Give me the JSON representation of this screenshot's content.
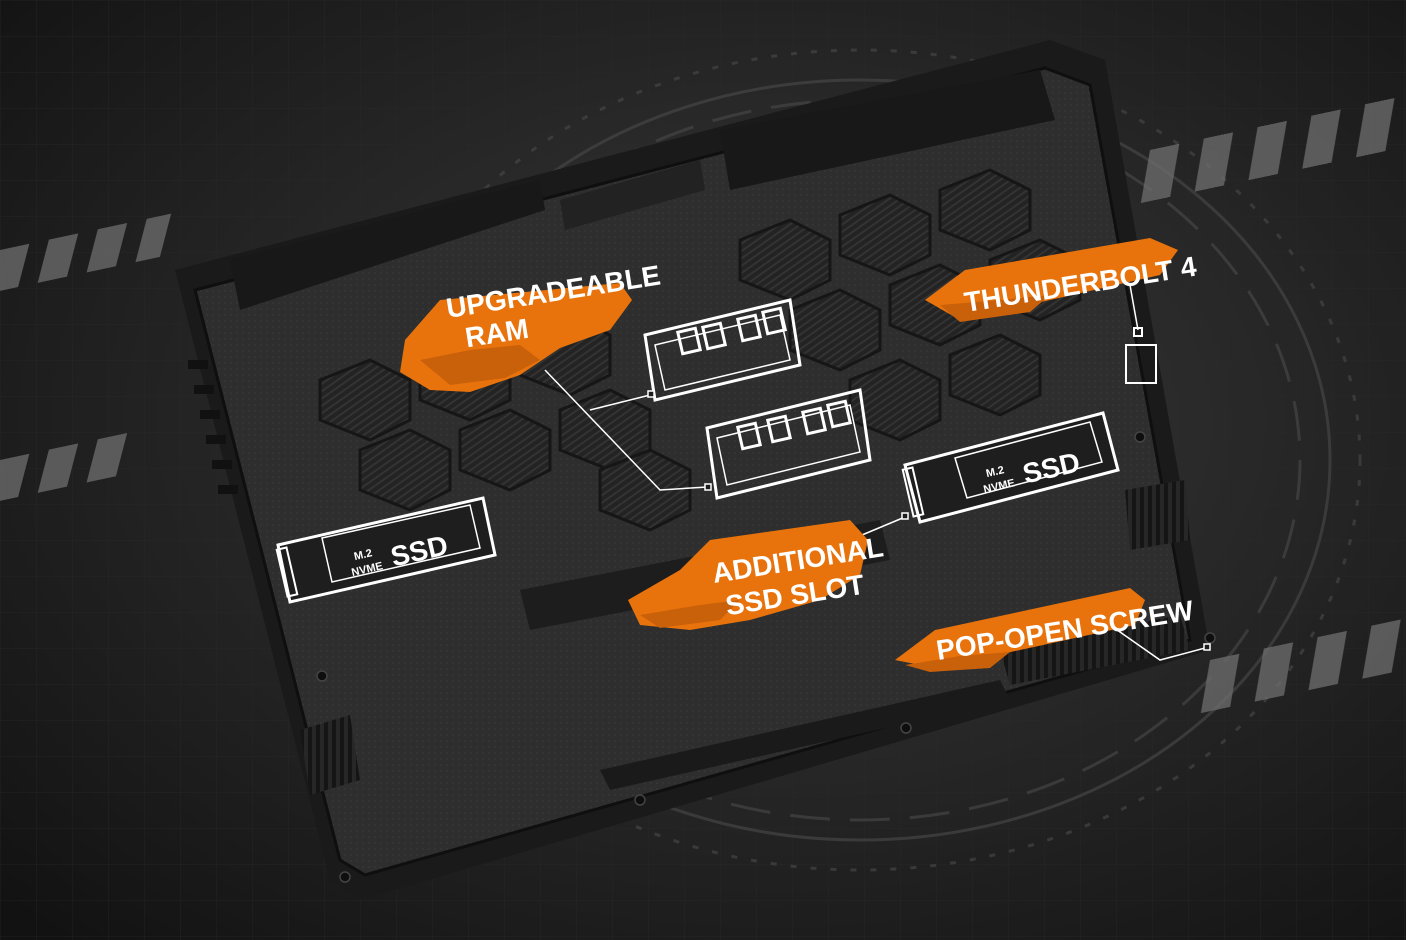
{
  "callouts": {
    "ram": {
      "line1": "UPGRADEABLE",
      "line2": "RAM"
    },
    "thunderbolt": {
      "label": "THUNDERBOLT 4"
    },
    "ssd_slot": {
      "line1": "ADDITIONAL",
      "line2": "SSD SLOT"
    },
    "screw": {
      "label": "POP-OPEN SCREW"
    }
  },
  "ssd_cards": {
    "left": {
      "small_top": "M.2",
      "small_bottom": "NVME",
      "big": "SSD"
    },
    "right": {
      "small_top": "M.2",
      "small_bottom": "NVME",
      "big": "SSD"
    }
  },
  "colors": {
    "accent_orange": "#e8730c",
    "background": "#1c1c1c",
    "chassis": "#2b2b2b",
    "line_white": "#ffffff"
  }
}
